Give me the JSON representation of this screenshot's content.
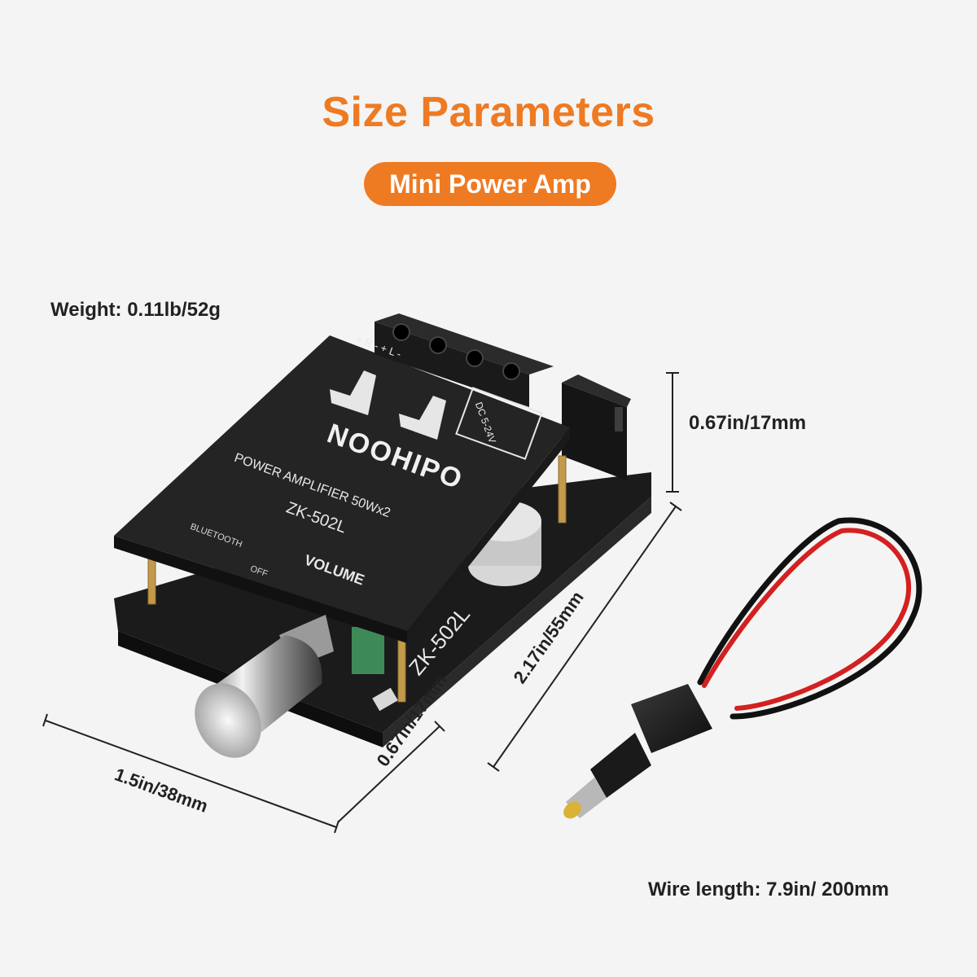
{
  "header": {
    "title": "Size Parameters",
    "subtitle_pill": "Mini Power Amp"
  },
  "specs": {
    "weight": "Weight: 0.11lb/52g",
    "height": "0.67in/17mm",
    "length": "2.17in/55mm",
    "depth": "0.67in/17mm",
    "width": "1.5in/38mm",
    "wire_length": "Wire length: 7.9in/ 200mm"
  },
  "board": {
    "brand": "NOOHIPO",
    "product_line": "POWER AMPLIFIER 50Wx2",
    "model": "ZK-502L",
    "side_model": "ZK-502L",
    "bluetooth_label": "BLUETOOTH",
    "volume_label": "VOLUME",
    "off_label": "OFF",
    "dc_label": "DC 5-24V",
    "terminals": "+ R -  + L -"
  },
  "colors": {
    "accent": "#ee7a22",
    "board": "#1e1e1e",
    "wire_red": "#d42020",
    "wire_black": "#111111"
  }
}
